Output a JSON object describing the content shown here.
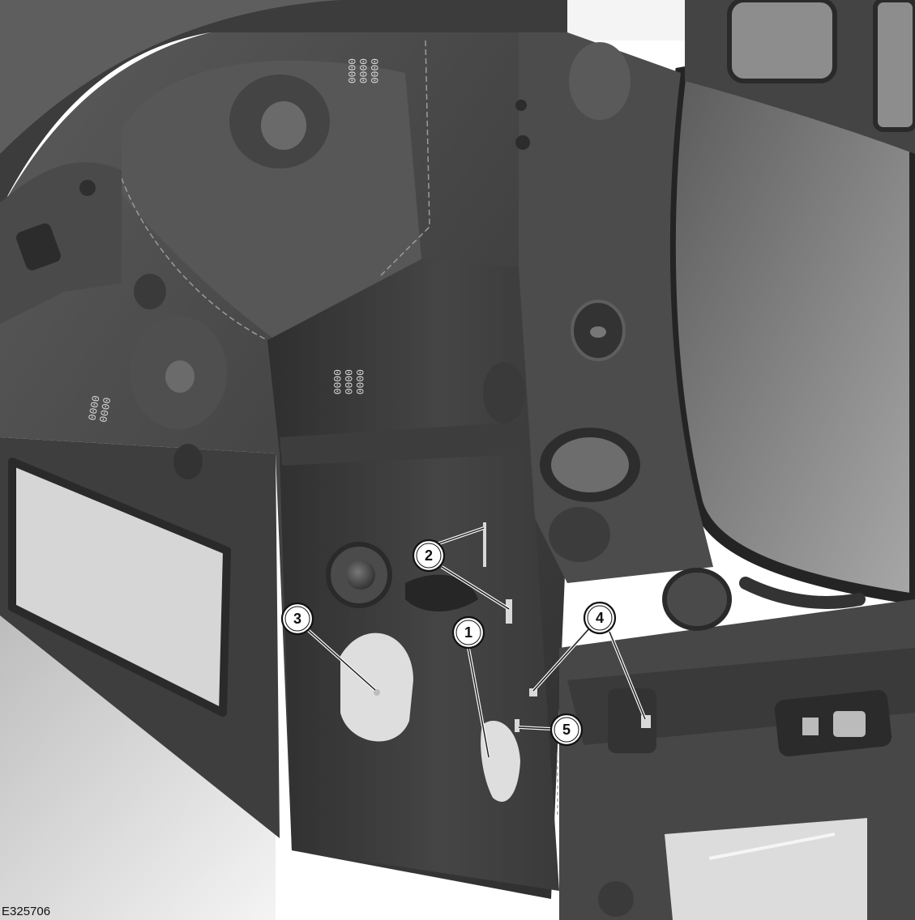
{
  "figure": {
    "id": "E325706"
  },
  "callouts": [
    {
      "label": "1"
    },
    {
      "label": "2"
    },
    {
      "label": "3"
    },
    {
      "label": "4"
    },
    {
      "label": "5"
    }
  ],
  "colors": {
    "panel_dark": "#3a3a3a",
    "panel_mid": "#5a5a5a",
    "panel_light": "#8a8a8a",
    "cutout_light": "#dcdcdc",
    "background": "#ffffff"
  }
}
